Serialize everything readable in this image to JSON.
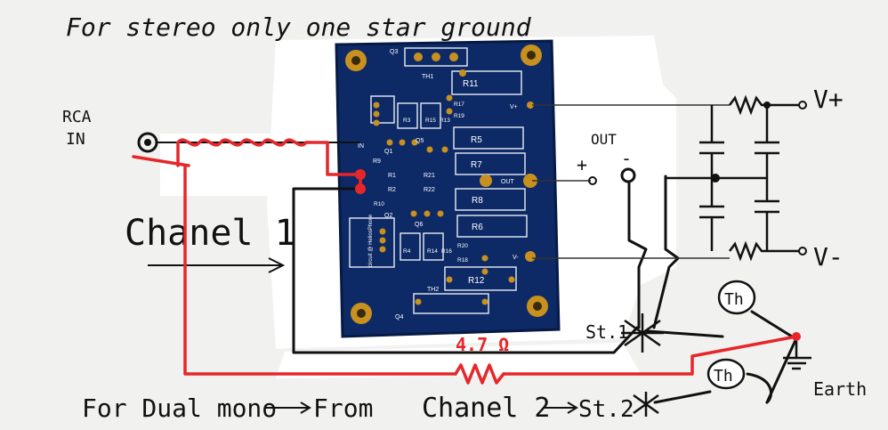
{
  "notes": {
    "top": "For stereo only one star ground",
    "bottom_left": "For Dual mono",
    "bottom_from": "From",
    "bottom_channel": "Chanel 2",
    "bottom_st2": "St.2",
    "channel1": "Chanel 1"
  },
  "labels": {
    "rca": "RCA",
    "rca_in": "IN",
    "out": "OUT",
    "plus": "+",
    "minus": "-",
    "vplus": "V+",
    "vminus": "V-",
    "st1": "St.1",
    "resistor_value": "4.7 Ω",
    "thermistor": "Th",
    "earth": "Earth"
  },
  "pcb": {
    "labels": {
      "q1": "Q1",
      "q2": "Q2",
      "q3": "Q3",
      "q4": "Q4",
      "q5": "Q5",
      "q6": "Q6",
      "r1": "R1",
      "r2": "R2",
      "r3": "R3",
      "r4": "R4",
      "r5": "R5",
      "r6": "R6",
      "r7": "R7",
      "r8": "R8",
      "r9": "R9",
      "r10": "R10",
      "r11": "R11",
      "r12": "R12",
      "r13": "R13",
      "r14": "R14",
      "r15": "R15",
      "r16": "R16",
      "r17": "R17",
      "r18": "R18",
      "r19": "R19",
      "r20": "R20",
      "r21": "R21",
      "r22": "R22",
      "th1": "TH1",
      "th2": "TH2",
      "vplus": "V+",
      "vminus": "V-",
      "out": "OUT",
      "in": "IN",
      "credit": "circuit @ HeliosPhone"
    }
  },
  "colors": {
    "board": "#0d2a66",
    "pad": "#c8901e",
    "red_wire": "#e6262a",
    "black_wire": "#111111"
  }
}
